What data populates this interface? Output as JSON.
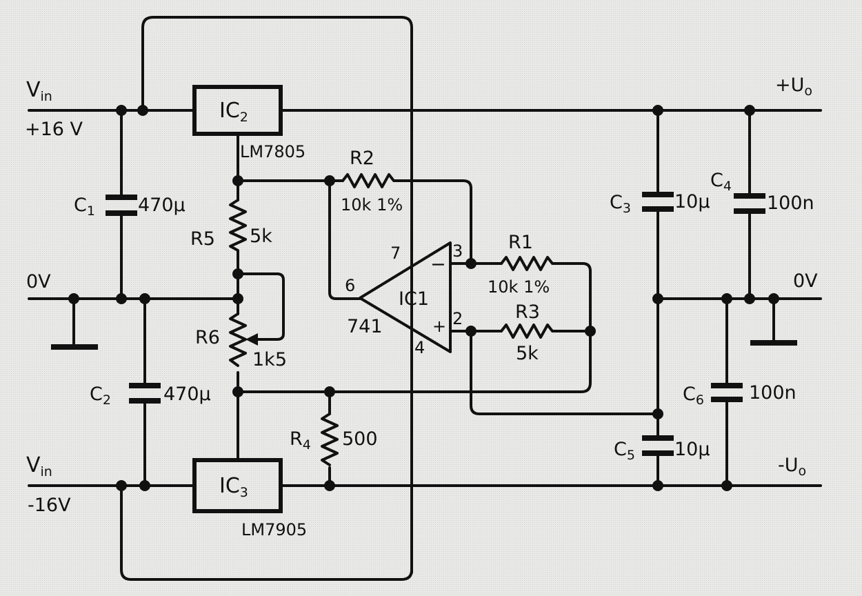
{
  "inputs": {
    "vin_pos_label": "V",
    "vin_pos_sub": "in",
    "vin_pos_value": "+16 V",
    "zero_left": "0V",
    "vin_neg_label": "V",
    "vin_neg_sub": "in",
    "vin_neg_value": "-16V"
  },
  "outputs": {
    "pos": "+U",
    "pos_sub": "o",
    "zero_right": "0V",
    "neg": "-U",
    "neg_sub": "o"
  },
  "components": {
    "ic2": {
      "name": "IC",
      "sub": "2",
      "part": "LM7805"
    },
    "ic3": {
      "name": "IC",
      "sub": "3",
      "part": "LM7905"
    },
    "ic1": {
      "name": "IC1",
      "part": "741",
      "pin_out": "6",
      "pin_inv": "3",
      "pin_noninv": "2",
      "pin_vpos": "7",
      "pin_vneg": "4",
      "minus": "−",
      "plus": "+"
    },
    "c1": {
      "name": "C",
      "sub": "1",
      "value": "470µ"
    },
    "c2": {
      "name": "C",
      "sub": "2",
      "value": "470µ"
    },
    "c3": {
      "name": "C",
      "sub": "3",
      "value": "10µ"
    },
    "c4": {
      "name": "C",
      "sub": "4",
      "value": "100n"
    },
    "c5": {
      "name": "C",
      "sub": "5",
      "value": "10µ"
    },
    "c6": {
      "name": "C",
      "sub": "6",
      "value": "100n"
    },
    "r1": {
      "name": "R1",
      "value": "10k  1%"
    },
    "r2": {
      "name": "R2",
      "value": "10k  1%"
    },
    "r3": {
      "name": "R3",
      "value": "5k"
    },
    "r4": {
      "name": "R",
      "sub": "4",
      "value": "500"
    },
    "r5": {
      "name": "R5",
      "value": "5k"
    },
    "r6": {
      "name": "R6",
      "value": "1k5"
    }
  }
}
